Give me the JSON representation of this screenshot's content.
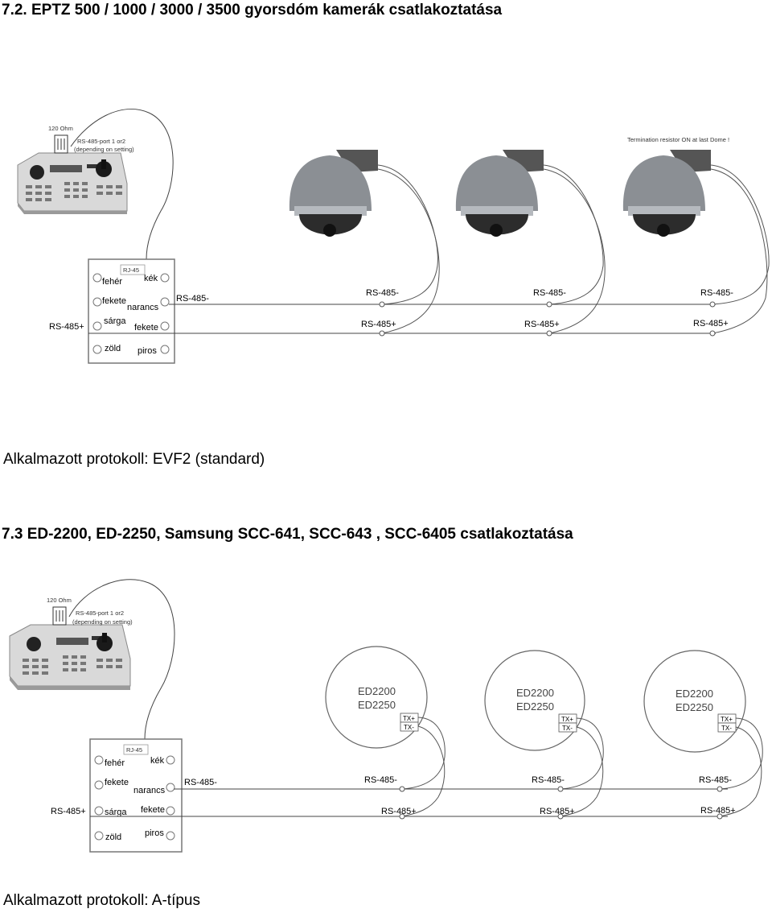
{
  "section1": {
    "heading": "7.2. EPTZ 500 / 1000 / 3000 / 3500 gyorsdóm kamerák csatlakoztatása",
    "protocol": "Alkalmazott protokoll: EVF2 (standard)",
    "keyboard": {
      "ohm_label": "120 Ohm",
      "port_note_line1": "RS-485-port 1 or2",
      "port_note_line2": "(depending on setting)"
    },
    "termination_note": "Termination resistor ON at last Dome !",
    "rj45_label": "RJ-45",
    "wires": {
      "feher": "fehér",
      "kek": "kék",
      "fekete": "fekete",
      "narancs": "narancs",
      "sarga": "sárga",
      "fekete2": "fekete",
      "zold": "zöld",
      "piros": "piros"
    },
    "bus": {
      "minus": "RS-485-",
      "plus": "RS-485+",
      "dome_minus": [
        "RS-485-",
        "RS-485-",
        "RS-485-"
      ],
      "dome_plus": [
        "RS-485+",
        "RS-485+",
        "RS-485+"
      ]
    }
  },
  "section2": {
    "heading": "7.3 ED-2200, ED-2250, Samsung SCC-641, SCC-643 , SCC-6405 csatlakoztatása",
    "protocol": "Alkalmazott protokoll: A-típus",
    "keyboard": {
      "ohm_label": "120 Ohm",
      "port_note_line1": "RS-485-port 1 or2",
      "port_note_line2": "(depending on setting)"
    },
    "rj45_label": "RJ-45",
    "wires": {
      "feher": "fehér",
      "kek": "kék",
      "fekete": "fekete",
      "narancs": "narancs",
      "sarga": "sárga",
      "fekete2": "fekete",
      "zold": "zöld",
      "piros": "piros"
    },
    "cameras": [
      {
        "line1": "ED2200",
        "line2": "ED2250",
        "tx_plus": "TX+",
        "tx_minus": "TX-"
      },
      {
        "line1": "ED2200",
        "line2": "ED2250",
        "tx_plus": "TX+",
        "tx_minus": "TX-"
      },
      {
        "line1": "ED2200",
        "line2": "ED2250",
        "tx_plus": "TX+",
        "tx_minus": "TX-"
      }
    ],
    "bus": {
      "minus": "RS-485-",
      "plus": "RS-485+",
      "cam_minus": [
        "RS-485-",
        "RS-485-",
        "RS-485-"
      ],
      "cam_plus": [
        "RS-485+",
        "RS-485+",
        "RS-485+"
      ]
    }
  }
}
